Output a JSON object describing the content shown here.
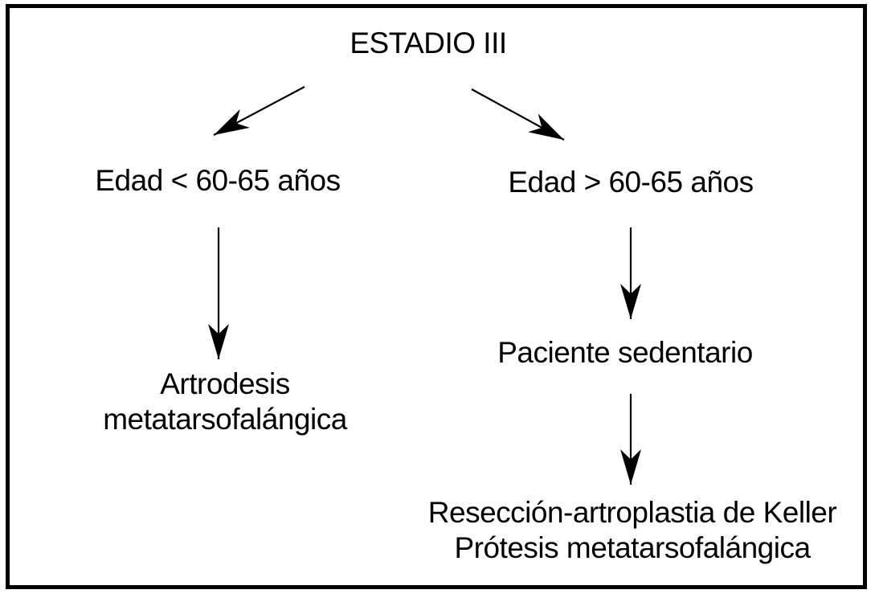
{
  "diagram": {
    "title": "ESTADIO III",
    "left_branch": {
      "condition": "Edad < 60-65 años",
      "treatment_line1": "Artrodesis",
      "treatment_line2": "metatarsofalángica"
    },
    "right_branch": {
      "condition": "Edad > 60-65 años",
      "patient_type": "Paciente sedentario",
      "treatment_line1": "Resección-artroplastia de Keller",
      "treatment_line2": "Prótesis metatarsofalángica"
    },
    "colors": {
      "ink": "#000000",
      "background": "#ffffff"
    }
  }
}
